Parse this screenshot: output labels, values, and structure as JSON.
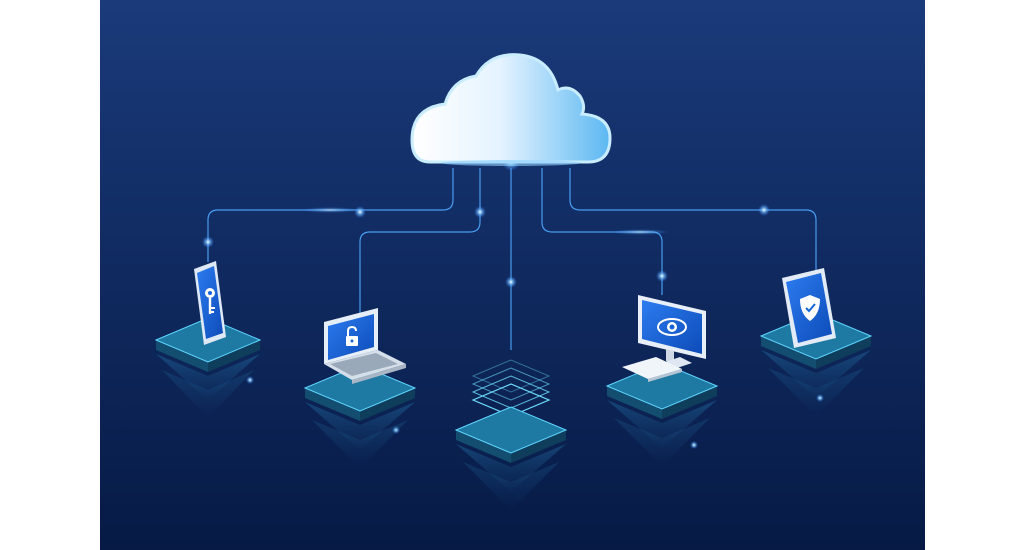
{
  "illustration": {
    "theme": "cloud-computing-network",
    "colors": {
      "background_top": "#1a3a7a",
      "background_bottom": "#061a45",
      "line": "#4fa8ff",
      "glow": "#9fd4ff",
      "cloud_light": "#ffffff",
      "cloud_dark": "#5cb8f2",
      "screen_blue": "#1565d8",
      "platform": "#1b6c8f"
    },
    "cloud": {
      "icon": "cloud-icon"
    },
    "devices": [
      {
        "name": "smartphone",
        "screen_icon": "key-icon"
      },
      {
        "name": "laptop",
        "screen_icon": "padlock-icon"
      },
      {
        "name": "server",
        "screen_icon": "data-stack-icon"
      },
      {
        "name": "desktop-monitor",
        "screen_icon": "eye-icon"
      },
      {
        "name": "tablet",
        "screen_icon": "shield-check-icon"
      }
    ]
  }
}
